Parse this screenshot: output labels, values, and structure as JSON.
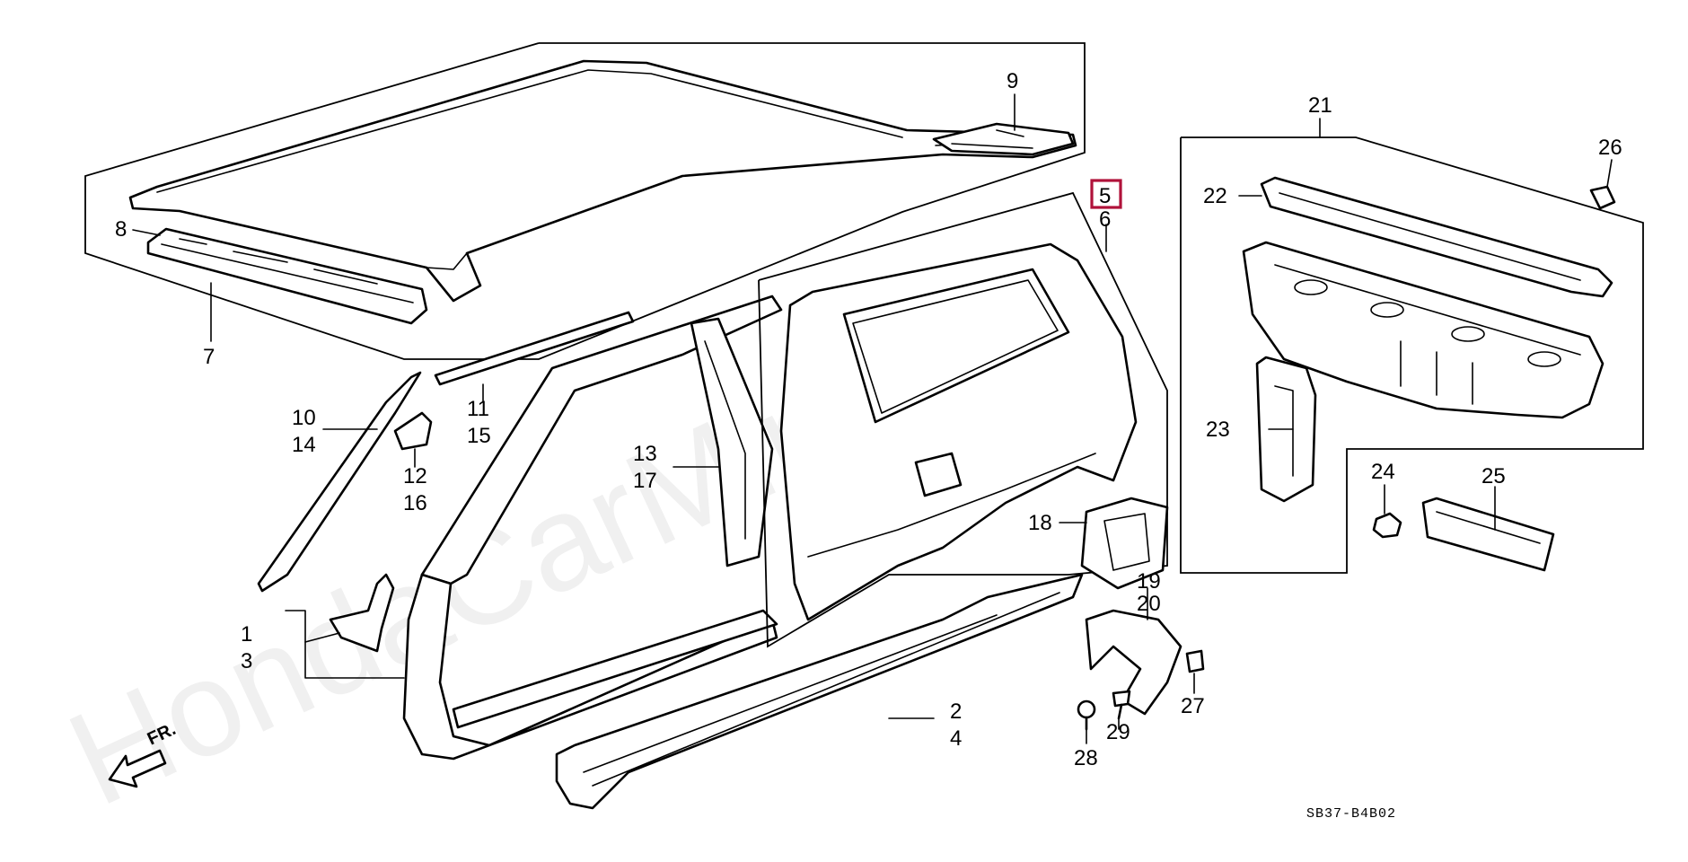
{
  "diagram": {
    "labels": {
      "p1": "1",
      "p3": "3",
      "p2": "2",
      "p4": "4",
      "p5": "5",
      "p6": "6",
      "p7": "7",
      "p8": "8",
      "p9": "9",
      "p10": "10",
      "p14": "14",
      "p11": "11",
      "p15": "15",
      "p12": "12",
      "p16": "16",
      "p13": "13",
      "p17": "17",
      "p18": "18",
      "p19": "19",
      "p20": "20",
      "p21": "21",
      "p22": "22",
      "p23": "23",
      "p24": "24",
      "p25": "25",
      "p26": "26",
      "p27": "27",
      "p28": "28",
      "p29": "29"
    },
    "highlighted_part": "5",
    "highlight_color": "#b0123a",
    "direction_label": "FR.",
    "diagram_code": "SB37-B4B02",
    "watermark": "HondaCarMine.ru"
  }
}
